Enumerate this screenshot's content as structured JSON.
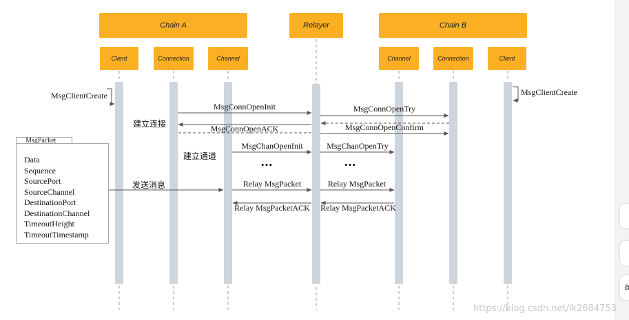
{
  "chains": {
    "chain_a": "Chain A",
    "relayer": "Relayer",
    "chain_b": "Chain B"
  },
  "participants": {
    "a_client": "Client",
    "a_connection": "Connection",
    "a_channel": "Channel",
    "b_channel": "Channel",
    "b_connection": "Connection",
    "b_client": "Client"
  },
  "messages": {
    "client_create_a": "MsgClientCreate",
    "client_create_b": "MsgClientCreate",
    "conn_open_init": "MsgConnOpenInit",
    "conn_open_try": "MsgConnOpenTry",
    "conn_open_ack": "MsgConnOpenACK",
    "conn_open_confirm": "MsgConnOpenConfirm",
    "chan_open_init": "MsgChanOpenInit",
    "chan_open_try": "MsgChanOpenTry",
    "ellipsis_left": "•••",
    "ellipsis_right": "•••",
    "relay_packet_left": "Relay MsgPacket",
    "relay_packet_right": "Relay MsgPacket",
    "relay_ack_left": "Relay MsgPacketACK",
    "relay_ack_right": "Relay MsgPacketACK"
  },
  "annotations": {
    "establish_connection": "建立连接",
    "establish_channel": "建立通道",
    "send_message": "发送消息"
  },
  "packet_note": {
    "title": "MsgPacket",
    "fields": [
      "Data",
      "Sequence",
      "SourcePort",
      "SourceChannel",
      "DestinationPort",
      "DestinationChannel",
      "TimeoutHeight",
      "TimeoutTimestamp"
    ]
  },
  "watermark": "https://blog.csdn.net/lk2684753",
  "colors": {
    "header_fill": "#fbb024",
    "lifeline": "#cfd5dc",
    "arrow": "#555555"
  }
}
